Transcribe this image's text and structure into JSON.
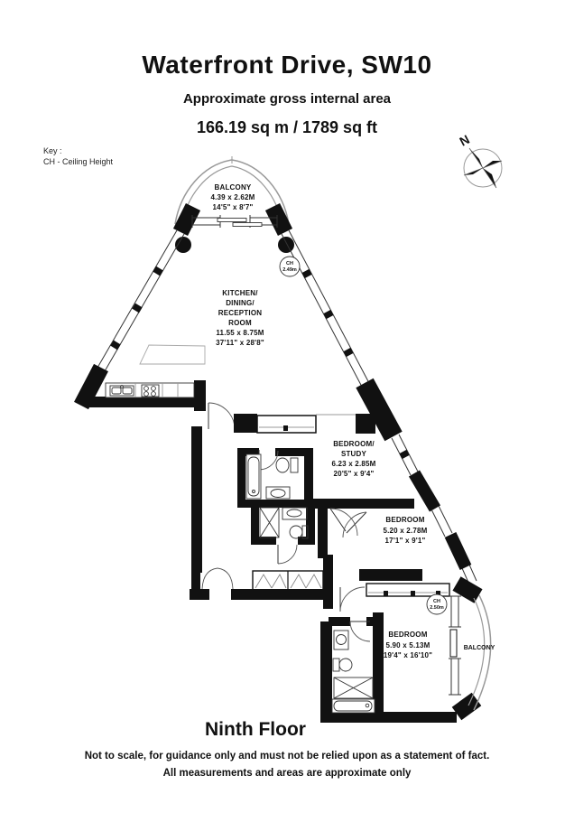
{
  "header": {
    "title": "Waterfront Drive, SW10",
    "subtitle": "Approximate gross internal area",
    "area": "166.19 sq m /  1789 sq ft"
  },
  "key": {
    "label": "Key :",
    "item": "CH - Ceiling Height"
  },
  "compass": {
    "north_label": "N"
  },
  "plan": {
    "balcony_top": {
      "name": "BALCONY",
      "metric": "4.39 x 2.62M",
      "imperial": "14'5\" x 8'7\""
    },
    "reception": {
      "line1": "KITCHEN/",
      "line2": "DINING/",
      "line3": "RECEPTION",
      "line4": "ROOM",
      "metric": "11.55 x 8.75M",
      "imperial": "37'11\" x 28'8\"",
      "ch_label": "CH",
      "ch_value": "2.49m"
    },
    "bedroom_study": {
      "line1": "BEDROOM/",
      "line2": "STUDY",
      "metric": "6.23 x 2.85M",
      "imperial": "20'5\" x 9'4\""
    },
    "bedroom2": {
      "name": "BEDROOM",
      "metric": "5.20 x 2.78M",
      "imperial": "17'1\" x 9'1\""
    },
    "bedroom3": {
      "name": "BEDROOM",
      "metric": "5.90 x 5.13M",
      "imperial": "19'4\" x 16'10\"",
      "ch_label": "CH",
      "ch_value": "2.50m"
    },
    "balcony_right": {
      "name": "BALCONY"
    }
  },
  "footer": {
    "floor": "Ninth Floor",
    "disclaimer1": "Not to scale, for guidance only and must not be relied upon as a statement of fact.",
    "disclaimer2": "All measurements and areas are approximate only"
  }
}
